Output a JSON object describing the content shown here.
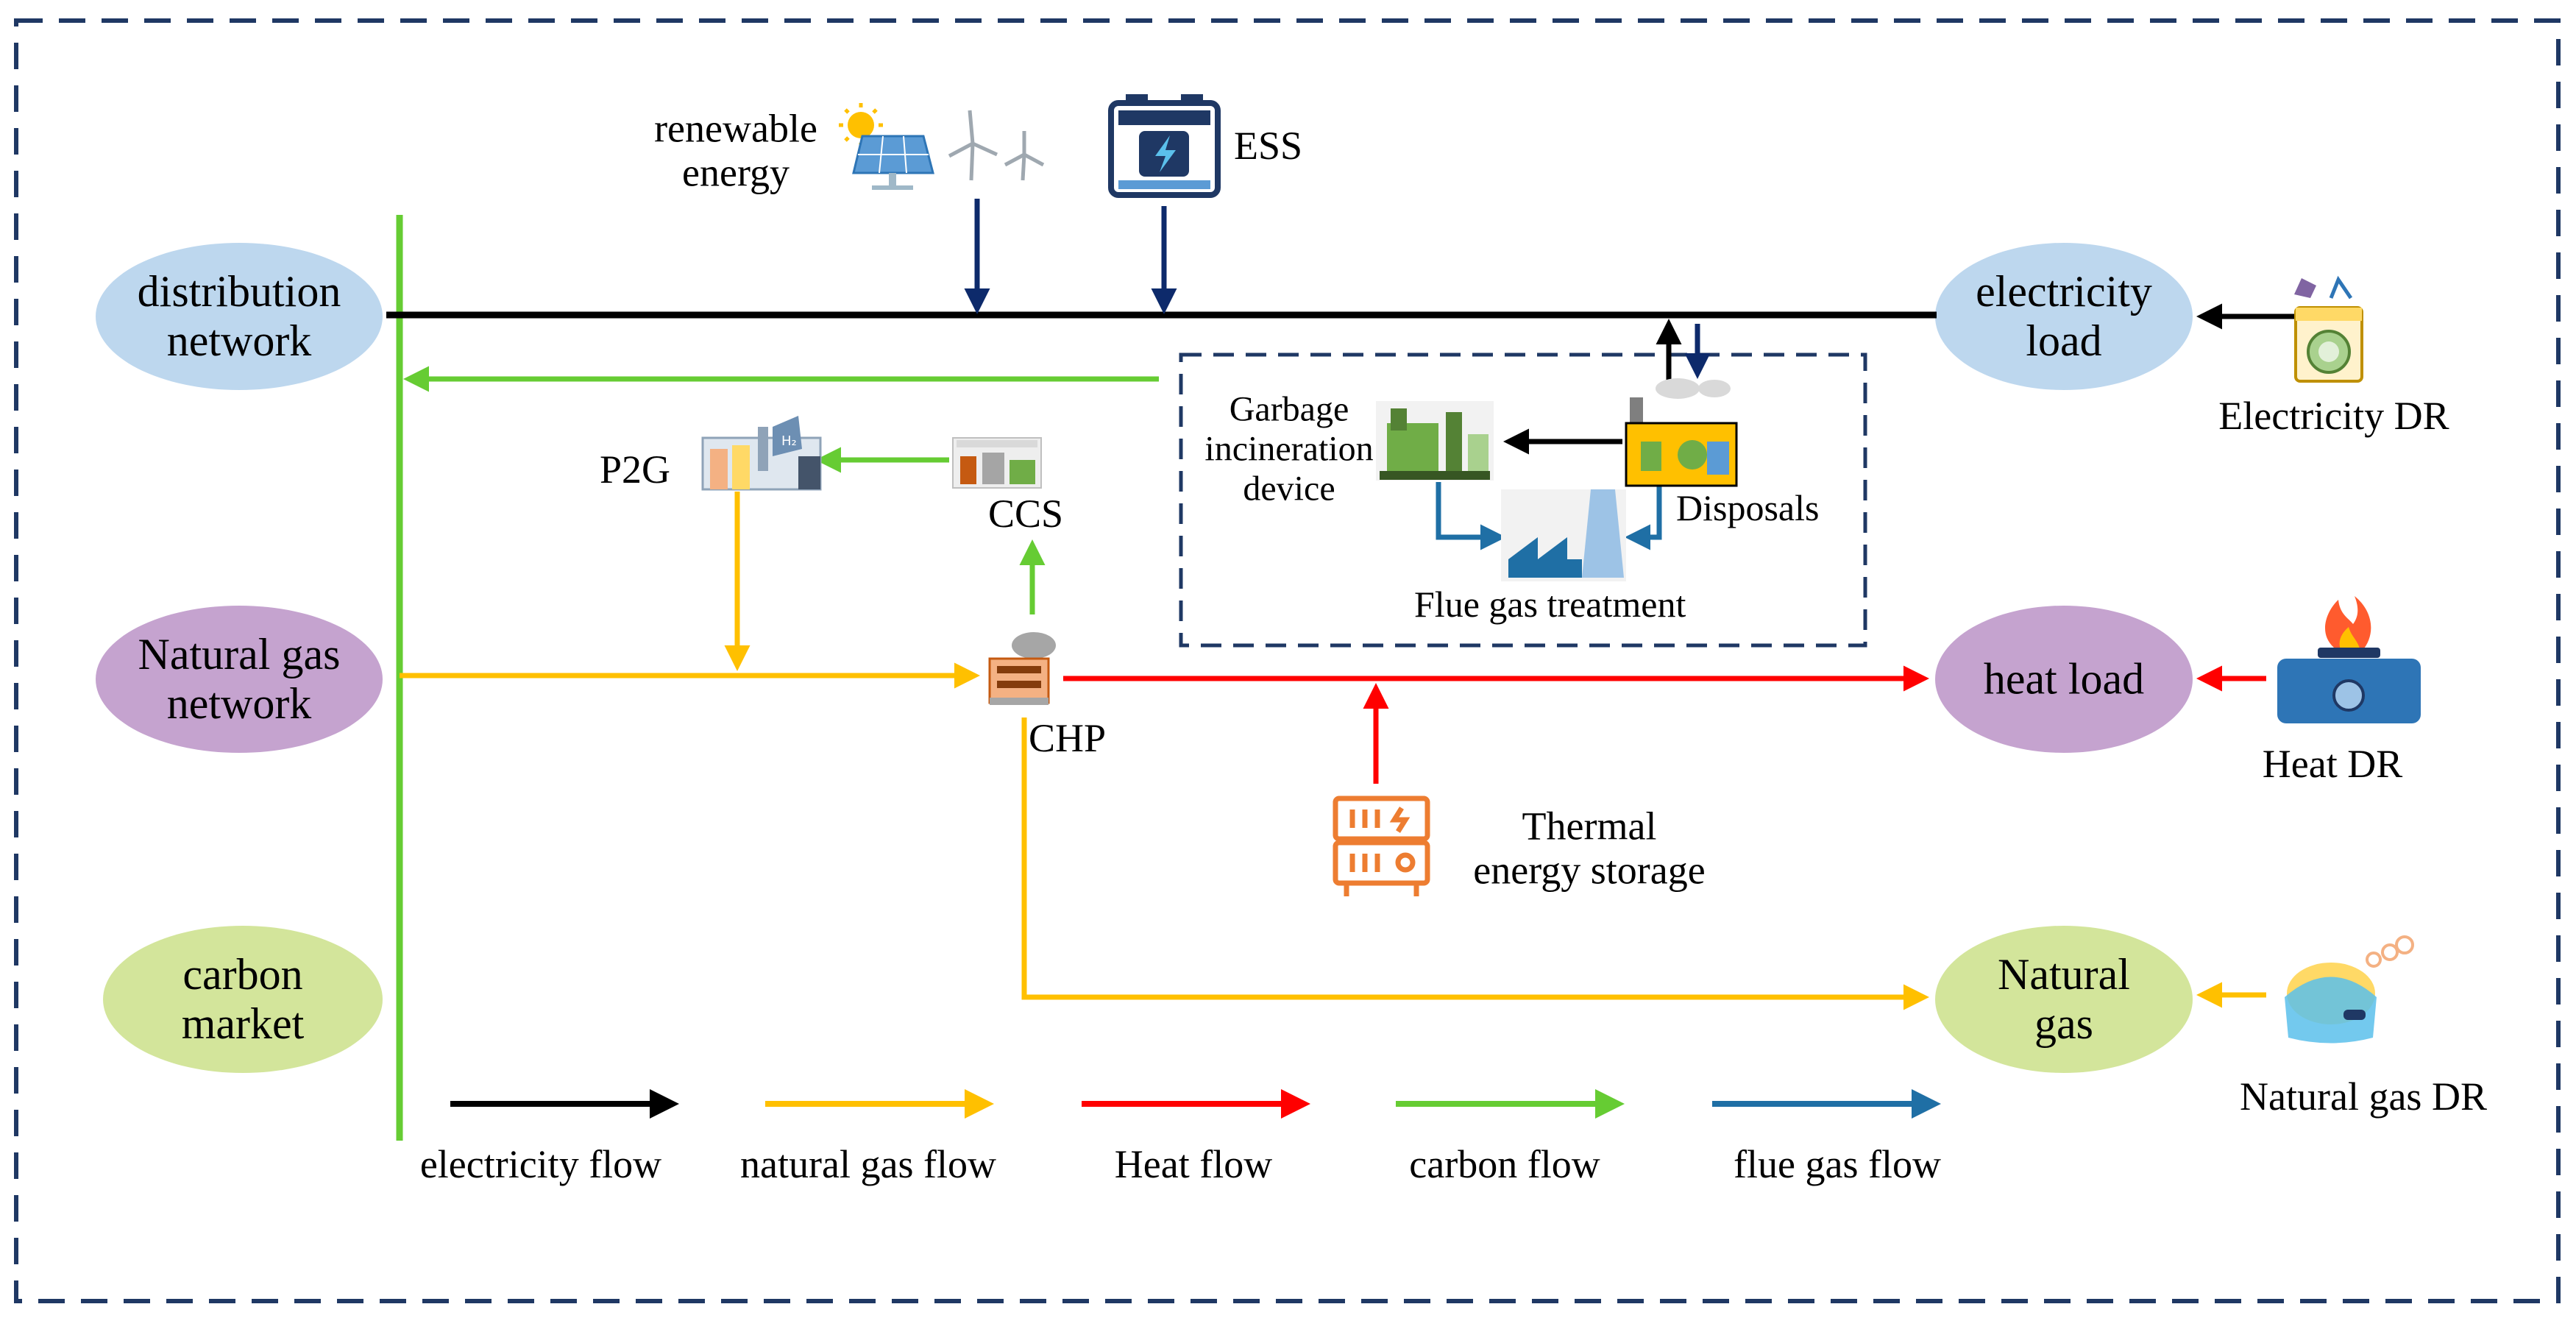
{
  "nodes": {
    "distribution_network": "distribution\nnetwork",
    "natural_gas_network": "Natural gas\nnetwork",
    "carbon_market": "carbon\nmarket",
    "electricity_load": "electricity\nload",
    "heat_load": "heat load",
    "natural_gas_load": "Natural\ngas"
  },
  "devices": {
    "renewable": "renewable\nenergy",
    "ess": "ESS",
    "p2g": "P2G",
    "ccs": "CCS",
    "chp": "CHP",
    "garbage": "Garbage\nincineration\ndevice",
    "disposals": "Disposals",
    "flue": "Flue gas treatment",
    "thermal": "Thermal\nenergy storage"
  },
  "dr": {
    "electricity": "Electricity DR",
    "heat": "Heat DR",
    "gas": "Natural gas DR"
  },
  "legend": [
    {
      "label": "electricity flow",
      "color": "#000000"
    },
    {
      "label": "natural gas flow",
      "color": "#ffc000"
    },
    {
      "label": "Heat flow",
      "color": "#ff0000"
    },
    {
      "label": "carbon flow",
      "color": "#66cc33"
    },
    {
      "label": "flue gas flow",
      "color": "#1f6fa5"
    }
  ],
  "colors": {
    "electricity": "#000000",
    "natural_gas": "#ffc000",
    "heat": "#ff0000",
    "carbon": "#66cc33",
    "flue_gas": "#1f6fa5",
    "ess_flow": "#0d2a6b",
    "blue_node": "#bdd7ee",
    "purple_node": "#c5a3cf",
    "green_node": "#d3e59b",
    "frame": "#1f3864"
  },
  "icons": [
    "solar-panel-icon",
    "sun-icon",
    "wind-turbine-icon",
    "battery-icon",
    "factory-icon",
    "ccs-plant-icon",
    "chp-plant-icon",
    "incinerator-icon",
    "disposal-plant-icon",
    "flue-gas-tower-icon",
    "thermal-storage-icon",
    "washing-machine-icon",
    "gas-stove-icon",
    "humidifier-icon"
  ]
}
